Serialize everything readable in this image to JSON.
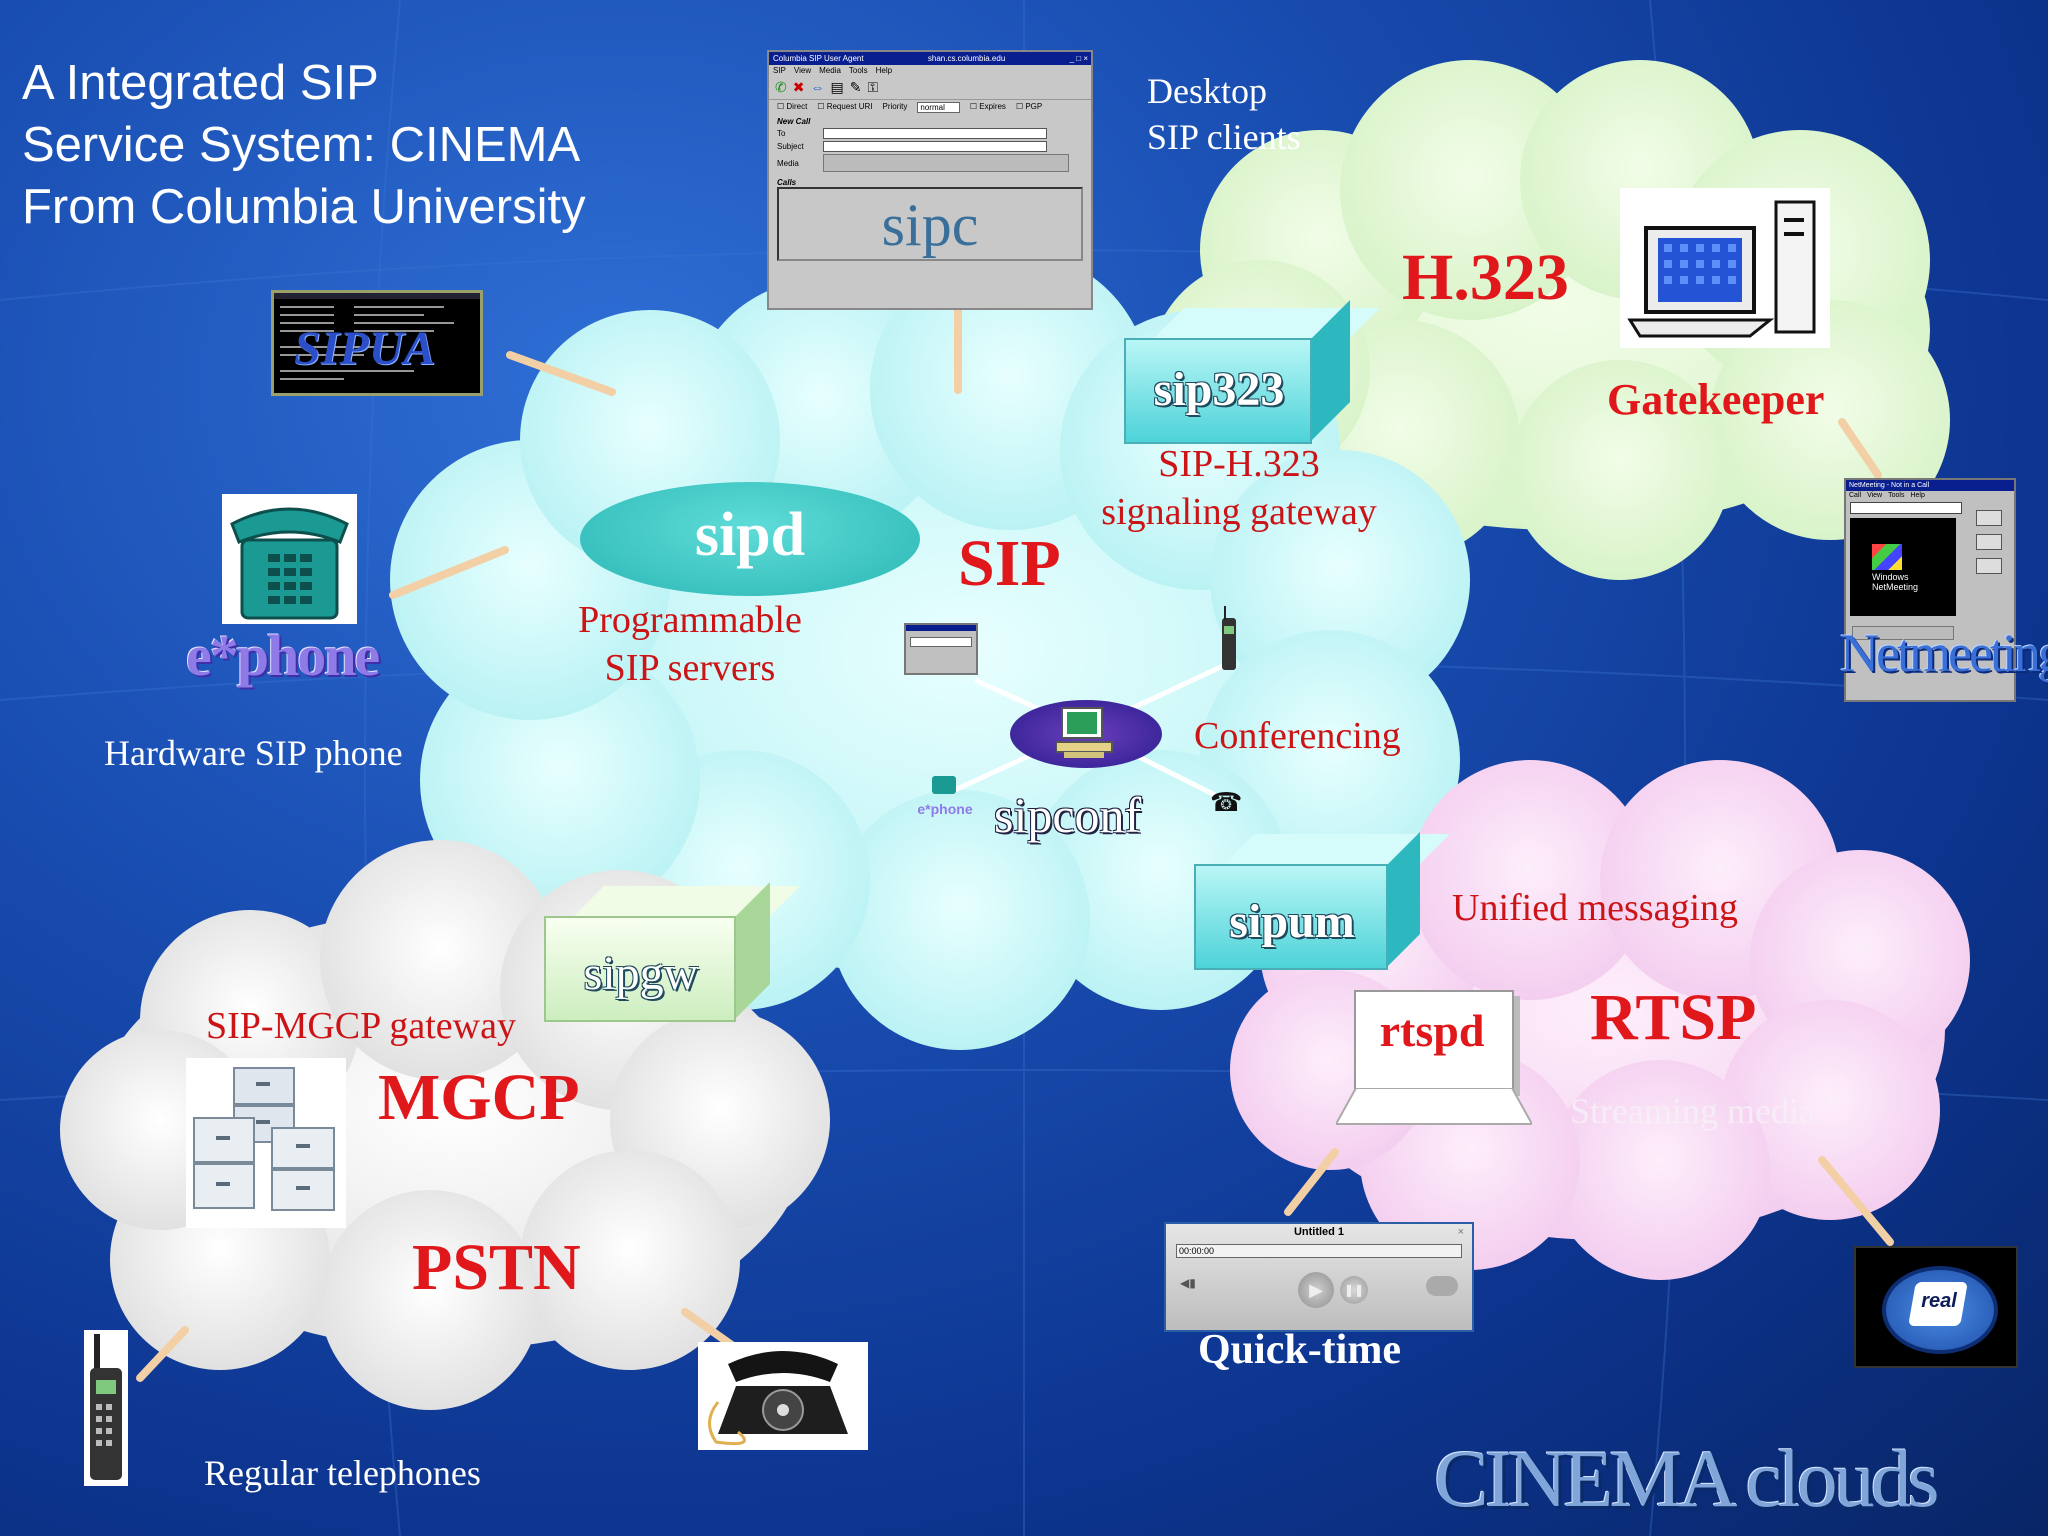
{
  "slide_title": "A Integrated SIP\nService System: CINEMA\nFrom Columbia University",
  "desktop_clients": "Desktop\nSIP clients",
  "sipc_window": {
    "title": "Columbia SIP User Agent",
    "host": "shan.cs.columbia.edu",
    "menu": [
      "SIP",
      "View",
      "Media",
      "Tools",
      "Help"
    ],
    "options": [
      "Direct",
      "Request URI",
      "Priority",
      "normal",
      "Expires",
      "PGP"
    ],
    "new_call": "New Call",
    "to": "To",
    "subject": "Subject",
    "media": "Media",
    "calls": "Calls",
    "big_label": "sipc"
  },
  "sipua": "SIPUA",
  "ephone": "e*phone",
  "hardware_phone": "Hardware SIP phone",
  "sip_cloud": {
    "sipd": "sipd",
    "sip": "SIP",
    "programmable": "Programmable\nSIP servers",
    "conferencing": "Conferencing",
    "sipconf": "sipconf"
  },
  "h323_cloud": {
    "h323": "H.323",
    "gatekeeper": "Gatekeeper",
    "sip323": "sip323",
    "gateway_label": "SIP-H.323\nsignaling gateway"
  },
  "netmeeting": {
    "title": "NetMeeting - Not in a Call",
    "menu": [
      "Call",
      "View",
      "Tools",
      "Help"
    ],
    "logo_line1": "Windows",
    "logo_line2": "NetMeeting",
    "label": "Netmeeting"
  },
  "mgcp_cloud": {
    "sipgw": "sipgw",
    "gateway_label": "SIP-MGCP gateway",
    "mgcp": "MGCP",
    "pstn": "PSTN"
  },
  "rtsp_cloud": {
    "sipum": "sipum",
    "unified": "Unified messaging",
    "rtspd": "rtspd",
    "rtsp": "RTSP",
    "streaming": "Streaming media"
  },
  "quicktime": {
    "title": "Untitled 1",
    "time": "00:00:00",
    "label": "Quick-time"
  },
  "real_logo": "real",
  "regular_telephones": "Regular telephones",
  "footer": "CINEMA clouds",
  "colors": {
    "sip_cloud": "#c7f7f7",
    "h323_cloud": "#e3f7d6",
    "rtsp_cloud": "#f7d9f2",
    "mgcp_cloud": "#eeeeee",
    "red": "#e0181b"
  }
}
